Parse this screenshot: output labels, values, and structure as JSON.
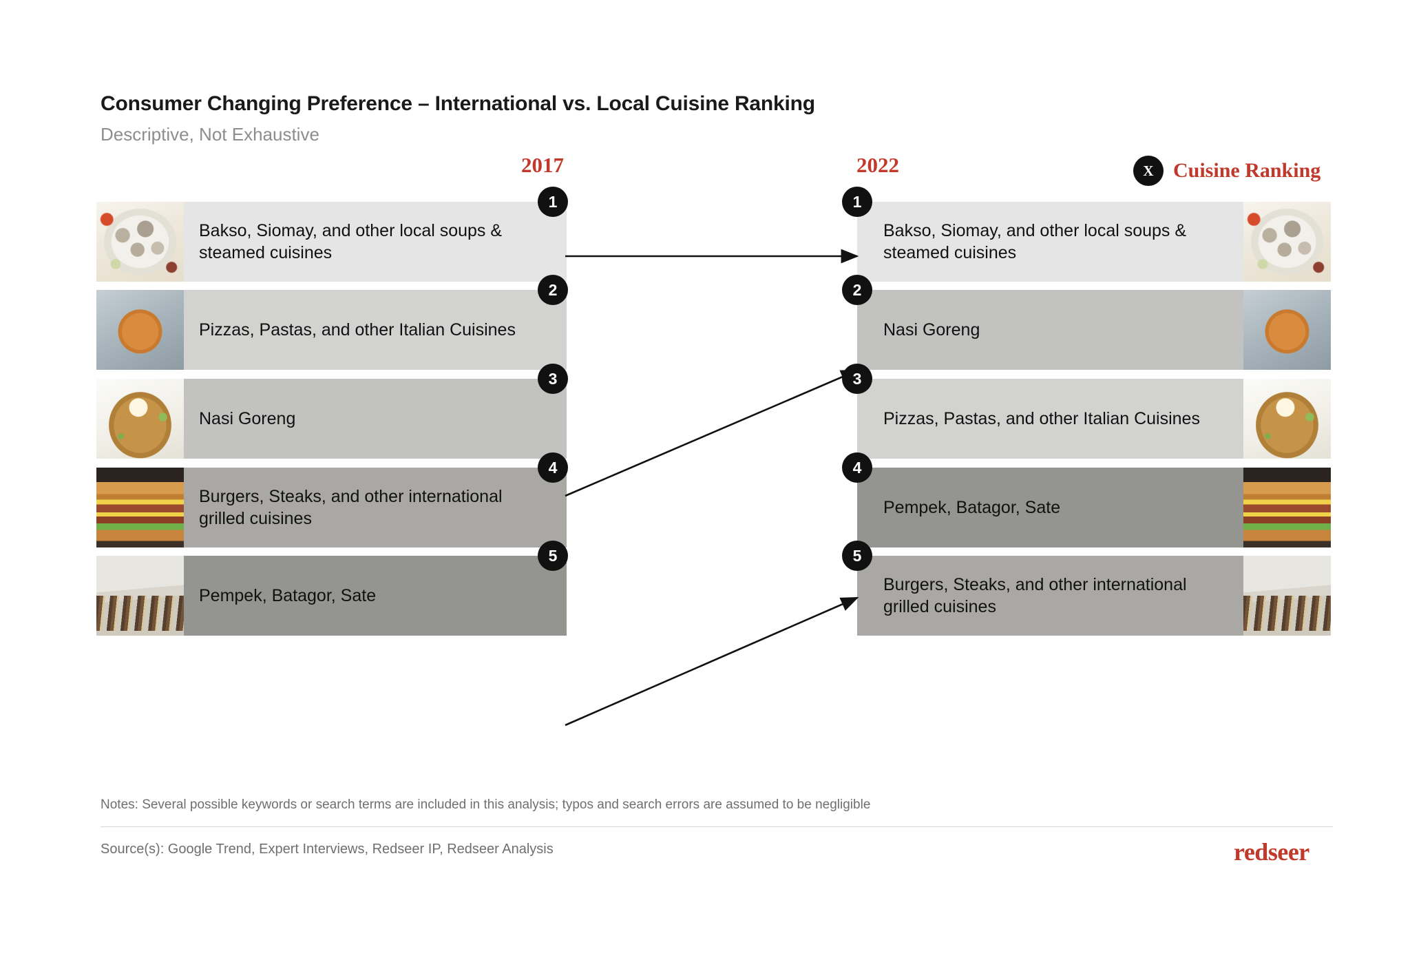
{
  "header": {
    "title": "Consumer Changing Preference – International vs. Local Cuisine Ranking",
    "subtitle": "Descriptive, Not Exhaustive"
  },
  "legend": {
    "badge_symbol": "X",
    "label": "Cuisine Ranking",
    "badge_color": "#111111",
    "text_color": "#c0392b"
  },
  "columns": {
    "left": {
      "year": "2017"
    },
    "right": {
      "year": "2022"
    }
  },
  "chart_data": {
    "type": "table",
    "title": "Consumer Changing Preference – International vs. Local Cuisine Ranking",
    "subtitle": "Descriptive, Not Exhaustive",
    "categories": [
      "2017",
      "2022"
    ],
    "ranking_2017": [
      {
        "rank": "1",
        "label": "Bakso, Siomay, and other local soups & steamed cuisines",
        "bar_color": "#e5e5e5",
        "image": "bakso-soup-photo"
      },
      {
        "rank": "2",
        "label": "Pizzas, Pastas, and other Italian Cuisines",
        "bar_color": "#d2d2d0",
        "image": "pizza-photo"
      },
      {
        "rank": "3",
        "label": "Nasi Goreng",
        "bar_color": "#c2c2c0",
        "image": "nasi-goreng-photo"
      },
      {
        "rank": "4",
        "label": "Burgers, Steaks, and other international grilled cuisines",
        "bar_color": "#aaa8a4",
        "image": "burger-photo"
      },
      {
        "rank": "5",
        "label": "Pempek, Batagor, Sate",
        "bar_color": "#949490",
        "image": "sate-photo"
      }
    ],
    "ranking_2022": [
      {
        "rank": "1",
        "label": "Bakso, Siomay, and other local soups & steamed cuisines",
        "bar_color": "#e5e5e5",
        "image": "bakso-soup-photo"
      },
      {
        "rank": "2",
        "label": "Nasi Goreng",
        "bar_color": "#c2c2c0",
        "image": "pizza-photo"
      },
      {
        "rank": "3",
        "label": "Pizzas, Pastas, and other Italian Cuisines",
        "bar_color": "#d2d2d0",
        "image": "nasi-goreng-photo"
      },
      {
        "rank": "4",
        "label": "Pempek, Batagor, Sate",
        "bar_color": "#949490",
        "image": "burger-photo"
      },
      {
        "rank": "5",
        "label": "Burgers, Steaks, and other international grilled cuisines",
        "bar_color": "#aaa8a4",
        "image": "sate-photo"
      }
    ],
    "transitions": [
      {
        "name": "bakso-unchanged",
        "from_rank": "1",
        "to_rank": "1"
      },
      {
        "name": "nasi-goreng-up",
        "from_rank": "3",
        "to_rank": "2"
      },
      {
        "name": "pempek-up",
        "from_rank": "5",
        "to_rank": "4"
      }
    ]
  },
  "footer": {
    "notes": "Notes: Several possible keywords or search terms are included in this analysis; typos and search errors are assumed to be negligible",
    "source": "Source(s): Google Trend, Expert Interviews, Redseer IP, Redseer Analysis",
    "logo": "redseer"
  }
}
